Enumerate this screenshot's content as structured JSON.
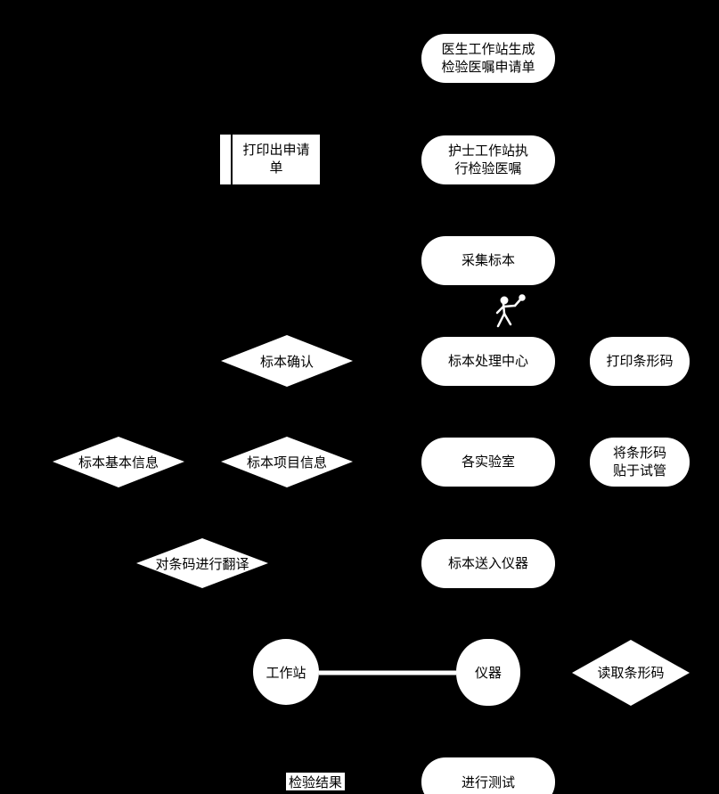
{
  "colors": {
    "background": "#000000",
    "shape_fill": "#ffffff",
    "text": "#000000",
    "faint_text": "#1b1b1b",
    "connector": "#ffffff"
  },
  "labels": {
    "top_left_faint": "",
    "bottom_result": "检验结果"
  },
  "flow": {
    "doctor_station": [
      "医生工作站生成",
      "检验医嘱申请单"
    ],
    "nurse_station": [
      "护士工作站执",
      "行检验医嘱"
    ],
    "collect_sample": "采集标本",
    "processing_center": "标本处理中心",
    "labs": "各实验室",
    "send_to_instrument": "标本送入仪器",
    "run_test": "进行测试"
  },
  "side": {
    "print_request": [
      "打印出申请",
      "单"
    ],
    "print_barcode": "打印条形码",
    "stick_barcode": [
      "将条形码",
      "贴于试管"
    ]
  },
  "decisions": {
    "confirm_sample": "标本确认",
    "sample_basic_info": "标本基本信息",
    "sample_item_info": "标本项目信息",
    "translate_barcode": "对条码进行翻译",
    "read_barcode": "读取条形码"
  },
  "exchange": {
    "workstation": "工作站",
    "instrument": "仪器",
    "upper_note": "",
    "lower_note": ""
  },
  "icons": {
    "runner": "person-running-icon"
  }
}
